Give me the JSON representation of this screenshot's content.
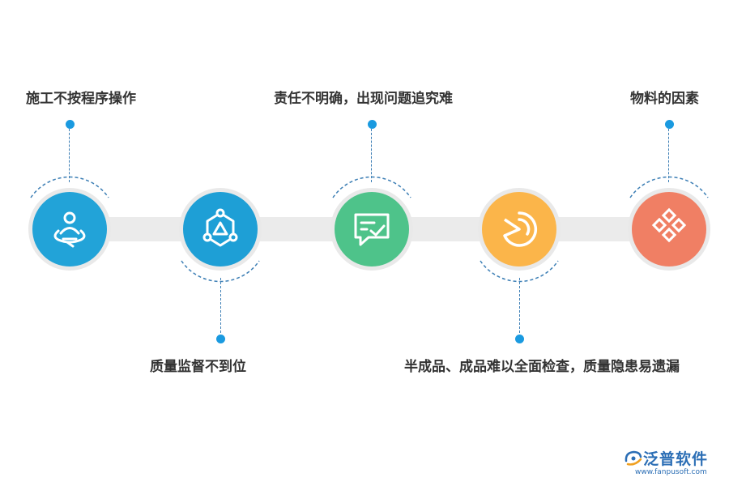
{
  "items": [
    {
      "label": "施工不按程序操作",
      "icon": "person-meditation-icon",
      "color": "#22a3d8"
    },
    {
      "label": "质量监督不到位",
      "icon": "molecule-network-icon",
      "color": "#1e9fd6"
    },
    {
      "label": "责任不明确，出现问题追究难",
      "icon": "message-check-icon",
      "color": "#4ec38a"
    },
    {
      "label": "半成品、成品难以全面检查，质量隐患易遗漏",
      "icon": "pie-chart-icon",
      "color": "#fbb54a"
    },
    {
      "label": "物料的因素",
      "icon": "diamond-grid-icon",
      "color": "#f07f64"
    }
  ],
  "brand": {
    "name": "泛普软件",
    "url": "www.fanpusoft.com",
    "icon": "fanpu-logo-icon"
  }
}
